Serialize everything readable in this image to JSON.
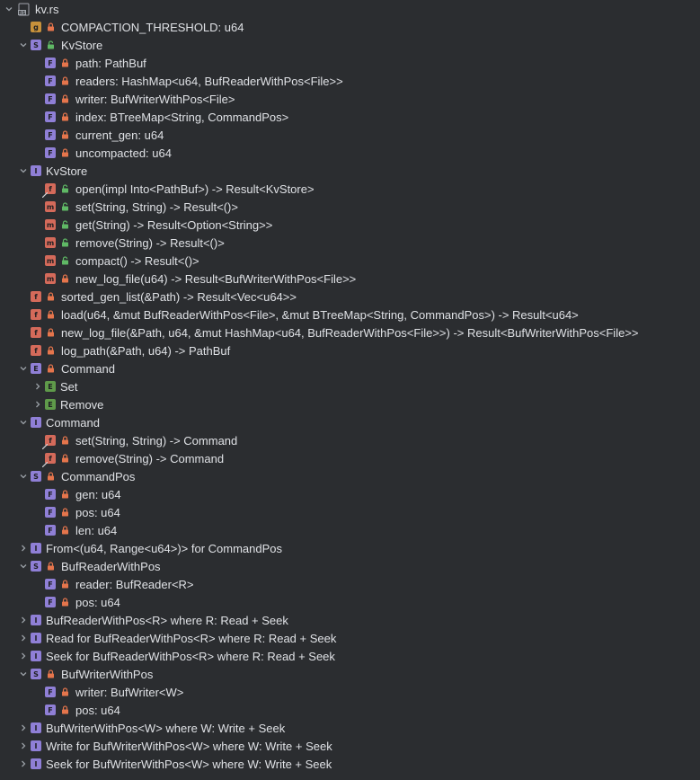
{
  "file": {
    "name": "kv.rs",
    "icon": "rust-file-icon"
  },
  "colors": {
    "background": "#2b2d30",
    "text": "#dfe1e5",
    "badge_purple": "#8f7fd6",
    "badge_red": "#d46a5a",
    "badge_orange": "#c7913b",
    "badge_green": "#5f9a4a",
    "lock_private": "#e5754c",
    "lock_public": "#5fb865"
  },
  "rows": [
    {
      "level": 1,
      "arrow": "none",
      "badge": "g",
      "vis": "private",
      "text": "COMPACTION_THRESHOLD: u64"
    },
    {
      "level": 1,
      "arrow": "open",
      "badge": "S",
      "vis": "public",
      "text": "KvStore"
    },
    {
      "level": 2,
      "arrow": "none",
      "badge": "F",
      "vis": "private",
      "text": "path: PathBuf"
    },
    {
      "level": 2,
      "arrow": "none",
      "badge": "F",
      "vis": "private",
      "text": "readers: HashMap<u64, BufReaderWithPos<File>>"
    },
    {
      "level": 2,
      "arrow": "none",
      "badge": "F",
      "vis": "private",
      "text": "writer: BufWriterWithPos<File>"
    },
    {
      "level": 2,
      "arrow": "none",
      "badge": "F",
      "vis": "private",
      "text": "index: BTreeMap<String, CommandPos>"
    },
    {
      "level": 2,
      "arrow": "none",
      "badge": "F",
      "vis": "private",
      "text": "current_gen: u64"
    },
    {
      "level": 2,
      "arrow": "none",
      "badge": "F",
      "vis": "private",
      "text": "uncompacted: u64"
    },
    {
      "level": 1,
      "arrow": "open",
      "badge": "I",
      "vis": "none",
      "text": "KvStore"
    },
    {
      "level": 2,
      "arrow": "none",
      "badge": "f",
      "vis": "public",
      "text": "open(impl Into<PathBuf>) -> Result<KvStore>"
    },
    {
      "level": 2,
      "arrow": "none",
      "badge": "m",
      "vis": "public",
      "text": "set(String, String) -> Result<()>"
    },
    {
      "level": 2,
      "arrow": "none",
      "badge": "m",
      "vis": "public",
      "text": "get(String) -> Result<Option<String>>"
    },
    {
      "level": 2,
      "arrow": "none",
      "badge": "m",
      "vis": "public",
      "text": "remove(String) -> Result<()>"
    },
    {
      "level": 2,
      "arrow": "none",
      "badge": "m",
      "vis": "public",
      "text": "compact() -> Result<()>"
    },
    {
      "level": 2,
      "arrow": "none",
      "badge": "m",
      "vis": "private",
      "text": "new_log_file(u64) -> Result<BufWriterWithPos<File>>"
    },
    {
      "level": 1,
      "arrow": "none",
      "badge": "f",
      "vis": "private",
      "text": "sorted_gen_list(&Path) -> Result<Vec<u64>>"
    },
    {
      "level": 1,
      "arrow": "none",
      "badge": "f",
      "vis": "private",
      "text": "load(u64, &mut BufReaderWithPos<File>, &mut BTreeMap<String, CommandPos>) -> Result<u64>"
    },
    {
      "level": 1,
      "arrow": "none",
      "badge": "f",
      "vis": "private",
      "text": "new_log_file(&Path, u64, &mut HashMap<u64, BufReaderWithPos<File>>) -> Result<BufWriterWithPos<File>>"
    },
    {
      "level": 1,
      "arrow": "none",
      "badge": "f",
      "vis": "private",
      "text": "log_path(&Path, u64) -> PathBuf"
    },
    {
      "level": 1,
      "arrow": "open",
      "badge": "E",
      "vis": "private",
      "text": "Command"
    },
    {
      "level": 2,
      "arrow": "closed",
      "badge": "Eg",
      "vis": "none",
      "text": "Set"
    },
    {
      "level": 2,
      "arrow": "closed",
      "badge": "Eg",
      "vis": "none",
      "text": "Remove"
    },
    {
      "level": 1,
      "arrow": "open",
      "badge": "I",
      "vis": "none",
      "text": "Command"
    },
    {
      "level": 2,
      "arrow": "none",
      "badge": "f",
      "vis": "private",
      "text": "set(String, String) -> Command"
    },
    {
      "level": 2,
      "arrow": "none",
      "badge": "f",
      "vis": "private",
      "text": "remove(String) -> Command"
    },
    {
      "level": 1,
      "arrow": "open",
      "badge": "S",
      "vis": "private",
      "text": "CommandPos"
    },
    {
      "level": 2,
      "arrow": "none",
      "badge": "F",
      "vis": "private",
      "text": "gen: u64"
    },
    {
      "level": 2,
      "arrow": "none",
      "badge": "F",
      "vis": "private",
      "text": "pos: u64"
    },
    {
      "level": 2,
      "arrow": "none",
      "badge": "F",
      "vis": "private",
      "text": "len: u64"
    },
    {
      "level": 1,
      "arrow": "closed",
      "badge": "I",
      "vis": "none",
      "text": "From<(u64, Range<u64>)> for CommandPos"
    },
    {
      "level": 1,
      "arrow": "open",
      "badge": "S",
      "vis": "private",
      "text": "BufReaderWithPos"
    },
    {
      "level": 2,
      "arrow": "none",
      "badge": "F",
      "vis": "private",
      "text": "reader: BufReader<R>"
    },
    {
      "level": 2,
      "arrow": "none",
      "badge": "F",
      "vis": "private",
      "text": "pos: u64"
    },
    {
      "level": 1,
      "arrow": "closed",
      "badge": "I",
      "vis": "none",
      "text": "BufReaderWithPos<R> where R: Read + Seek"
    },
    {
      "level": 1,
      "arrow": "closed",
      "badge": "I",
      "vis": "none",
      "text": "Read for BufReaderWithPos<R> where R: Read + Seek"
    },
    {
      "level": 1,
      "arrow": "closed",
      "badge": "I",
      "vis": "none",
      "text": "Seek for BufReaderWithPos<R> where R: Read + Seek"
    },
    {
      "level": 1,
      "arrow": "open",
      "badge": "S",
      "vis": "private",
      "text": "BufWriterWithPos"
    },
    {
      "level": 2,
      "arrow": "none",
      "badge": "F",
      "vis": "private",
      "text": "writer: BufWriter<W>"
    },
    {
      "level": 2,
      "arrow": "none",
      "badge": "F",
      "vis": "private",
      "text": "pos: u64"
    },
    {
      "level": 1,
      "arrow": "closed",
      "badge": "I",
      "vis": "none",
      "text": "BufWriterWithPos<W> where W: Write + Seek"
    },
    {
      "level": 1,
      "arrow": "closed",
      "badge": "I",
      "vis": "none",
      "text": "Write for BufWriterWithPos<W> where W: Write + Seek"
    },
    {
      "level": 1,
      "arrow": "closed",
      "badge": "I",
      "vis": "none",
      "text": "Seek for BufWriterWithPos<W> where W: Write + Seek"
    }
  ]
}
